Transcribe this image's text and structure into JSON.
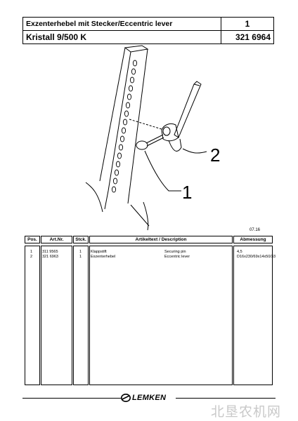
{
  "header": {
    "title": "Exzenterhebel mit Stecker/Eccentric lever",
    "page": "1",
    "model": "Kristall 9/500 K",
    "part_number": "321 6964"
  },
  "drawing": {
    "callout_1": "1",
    "callout_2": "2"
  },
  "date": "07.16",
  "parts_table": {
    "headers": {
      "pos": "Pos.",
      "art_nr": "Art.Nr.",
      "stck": "Stck.",
      "artikeltext": "Artikeltext   /   Description",
      "abmessung": "Abmessung"
    },
    "rows": [
      {
        "pos": "1",
        "art_nr": "311 9565",
        "stck": "1",
        "text_de": "Klappstift",
        "text_en": "Securing pin",
        "abmessung": "4,5"
      },
      {
        "pos": "2",
        "art_nr": "321 6963",
        "stck": "1",
        "text_de": "Exzenterhebel",
        "text_en": "Eccentric lever",
        "abmessung": "D16x230/69x14x50/33"
      }
    ]
  },
  "footer": {
    "logo_text": "LEMKEN",
    "watermark": "北垦农机网"
  }
}
